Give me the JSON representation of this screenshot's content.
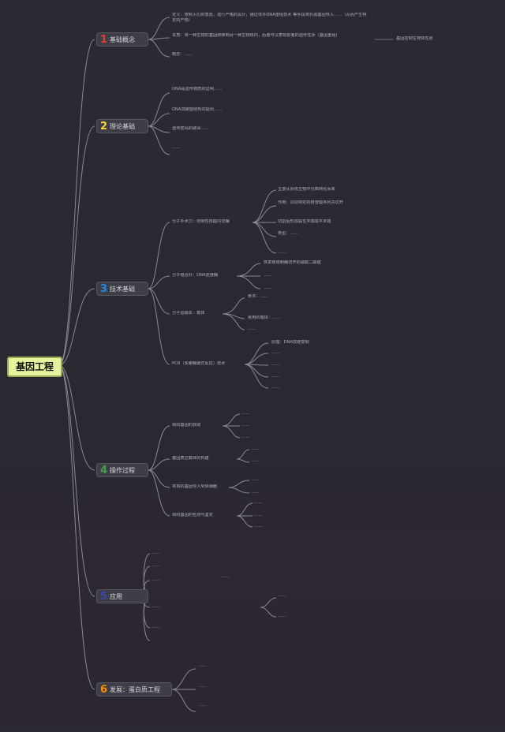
{
  "root": "基因工程",
  "branches": [
    {
      "num": "1",
      "color": "#e53935",
      "label": "基础概念",
      "items": [
        "定义：按照人们的意愿，进行严格的设计，通过体外DNA重组技术 等手段将外源基因导入……（从而产生特定的产物）",
        "本质：将一种生物的基因转移到另一种生物体内，后者可以表现前者的遗传性状（基因重组）",
        "概念：……",
        "基因控制生物体性状"
      ]
    },
    {
      "num": "2",
      "color": "#fdd835",
      "label": "理论基础",
      "items": [
        "DNA是遗传物质的证明……",
        "DNA双螺旋结构的提出……",
        "遗传密码的破译……",
        "……"
      ]
    },
    {
      "num": "3",
      "color": "#1e88e5",
      "label": "技术基础",
      "groups": [
        {
          "label": "分子手术刀：限制性核酸内切酶",
          "items": [
            "主要从原核生物中分离纯化而来",
            "作用：识别特定的核苷酸序列并切开",
            "切割后形成黏性末端或平末端",
            "类型：……",
            "……"
          ]
        },
        {
          "label": "分子缝合针：DNA连接酶",
          "items": [
            "恢复被限制酶切开的磷酸二酯键",
            "……",
            "……"
          ]
        },
        {
          "label": "分子运输车：载体",
          "items": [
            "条件：……",
            "常用的载体：……",
            "……"
          ]
        },
        {
          "label": "PCR（多聚酶链式反应）技术",
          "items": [
            "原理：DNA双链复制",
            "……",
            "……",
            "……",
            "……"
          ]
        }
      ]
    },
    {
      "num": "4",
      "color": "#43a047",
      "label": "操作过程",
      "groups": [
        {
          "label": "目的基因的获取",
          "items": [
            "……",
            "……",
            "……"
          ]
        },
        {
          "label": "基因表达载体的构建",
          "items": [
            "……",
            "……"
          ]
        },
        {
          "label": "将目的基因导入受体细胞",
          "items": [
            "……",
            "……"
          ]
        },
        {
          "label": "目的基因的检测与鉴定",
          "items": [
            "……",
            "……",
            "……"
          ]
        }
      ]
    },
    {
      "num": "5",
      "color": "#3949ab",
      "label": "应用",
      "items": [
        "……",
        "……",
        "……",
        "……",
        "……",
        "……",
        "……",
        "……"
      ]
    },
    {
      "num": "6",
      "color": "#fb8c00",
      "label": "发展：蛋白质工程",
      "items": [
        "……",
        "……",
        "……"
      ]
    }
  ]
}
